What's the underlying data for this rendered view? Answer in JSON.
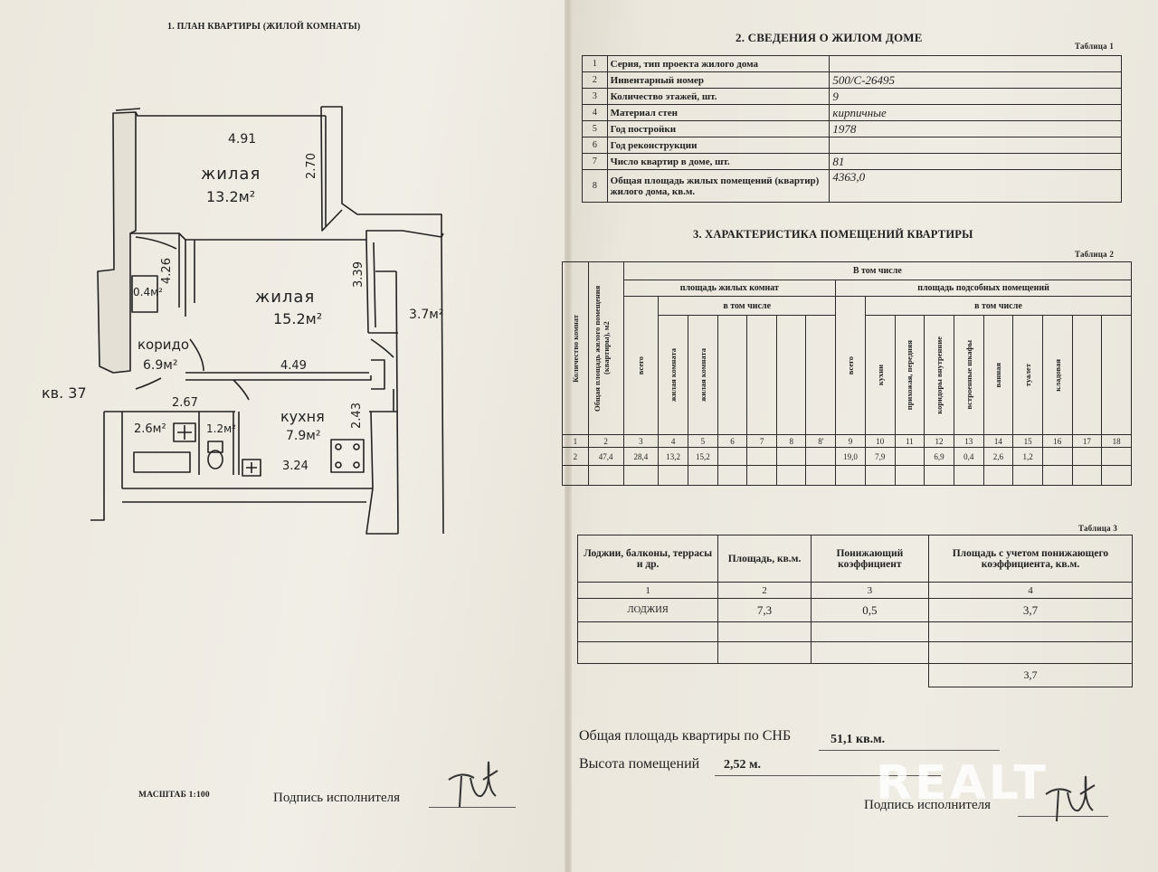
{
  "left": {
    "title": "1. ПЛАН КВАРТИРЫ (ЖИЛОЙ КОМНАТЫ)",
    "scale": "МАСШТАБ 1:100",
    "sign_label": "Подпись исполнителя",
    "apartment_ref": "кв. 37",
    "rooms": {
      "room1_name": "жилая",
      "room1_area": "13.2м²",
      "room2_name": "жилая",
      "room2_area": "15.2м²",
      "corridor_name": "коридо",
      "corridor_area": "6.9м²",
      "kitchen_name": "кухня",
      "kitchen_area": "7.9м²",
      "closet_area": "0.4м²",
      "bath_area": "2.6м²",
      "toilet_area": "1.2м²",
      "loggia_area": "3.7м²"
    },
    "dims": {
      "d491": "4.91",
      "d270": "2.70",
      "d426": "4.26",
      "d339": "3.39",
      "d449": "4.49",
      "d267": "2.67",
      "d243": "2.43",
      "d324": "3.24"
    }
  },
  "section2": {
    "title": "2. СВЕДЕНИЯ О ЖИЛОМ ДОМЕ",
    "table_label": "Таблица 1",
    "rows": [
      {
        "n": "1",
        "label": "Серия, тип проекта жилого дома",
        "value": ""
      },
      {
        "n": "2",
        "label": "Инвентарный номер",
        "value": "500/С-26495"
      },
      {
        "n": "3",
        "label": "Количество этажей, шт.",
        "value": "9"
      },
      {
        "n": "4",
        "label": "Материал стен",
        "value": "кирпичные"
      },
      {
        "n": "5",
        "label": "Год постройки",
        "value": "1978"
      },
      {
        "n": "6",
        "label": "Год реконструкции",
        "value": ""
      },
      {
        "n": "7",
        "label": "Число квартир в доме, шт.",
        "value": "81"
      },
      {
        "n": "8",
        "label": "Общая площадь жилых помещений (квартир) жилого дома, кв.м.",
        "value": "4363,0"
      }
    ]
  },
  "section3": {
    "title": "3. ХАРАКТЕРИСТИКА ПОМЕЩЕНИЙ КВАРТИРЫ",
    "table_label": "Таблица 2",
    "h_count": "Количество комнат",
    "h_total": "Общая площадь жилого помещения (квартиры), м2",
    "h_incl": "В том числе",
    "h_living": "площадь жилых комнат",
    "h_aux": "площадь подсобных помещений",
    "h_sub": "в том числе",
    "h_sub2": "в том числе",
    "c_all": "всего",
    "c_r1": "жилая комната",
    "c_r2": "жилая комната",
    "c_all2": "всего",
    "c_kitchen": "кухни",
    "c_hall": "прихожая, передняя",
    "c_corr": "коридоры внутренние",
    "c_closet": "встроенные шкафы",
    "c_bath": "ванная",
    "c_wc": "туалет",
    "c_pantry": "кладовая",
    "col_nums": [
      "1",
      "2",
      "3",
      "4",
      "5",
      "6",
      "7",
      "8",
      "8'",
      "9",
      "10",
      "11",
      "12",
      "13",
      "14",
      "15",
      "16",
      "17",
      "18"
    ],
    "row": [
      "2",
      "47,4",
      "28,4",
      "13,2",
      "15,2",
      "",
      "",
      "",
      "",
      "19,0",
      "7,9",
      "",
      "6,9",
      "0,4",
      "2,6",
      "1,2",
      "",
      "",
      ""
    ]
  },
  "table3": {
    "label": "Таблица 3",
    "h1": "Лоджии, балконы, террасы и др.",
    "h2": "Площадь, кв.м.",
    "h3": "Понижающий коэффициент",
    "h4": "Площадь с учетом понижающего коэффициента, кв.м.",
    "nums": [
      "1",
      "2",
      "3",
      "4"
    ],
    "r1": [
      "ЛОДЖИЯ",
      "7,3",
      "0,5",
      "3,7"
    ],
    "total": "3,7"
  },
  "footer": {
    "total_label": "Общая площадь квартиры по СНБ",
    "total_value": "51,1 кв.м.",
    "height_label": "Высота помещений",
    "height_value": "2,52 м.",
    "sign_label": "Подпись исполнителя",
    "watermark": "REALT"
  }
}
